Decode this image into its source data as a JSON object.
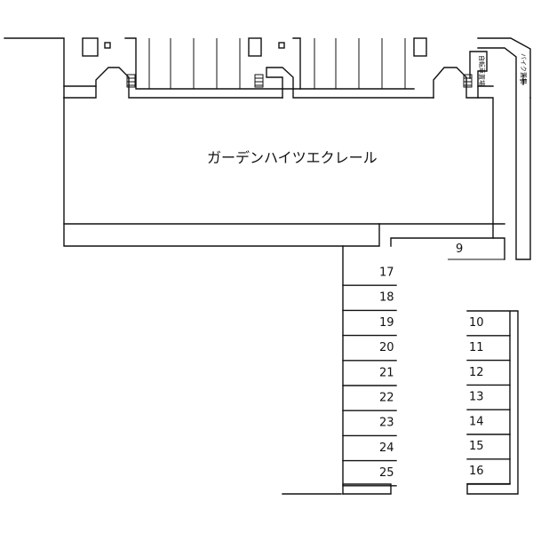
{
  "building": {
    "name": "ガーデンハイツエクレール"
  },
  "parking": {
    "left_column": [
      "17",
      "18",
      "19",
      "20",
      "21",
      "22",
      "23",
      "24",
      "25"
    ],
    "right_column": [
      "10",
      "11",
      "12",
      "13",
      "14",
      "15",
      "16"
    ],
    "top_right": "9"
  },
  "bike_labels": [
    "自転車置場",
    "バイク置場"
  ]
}
